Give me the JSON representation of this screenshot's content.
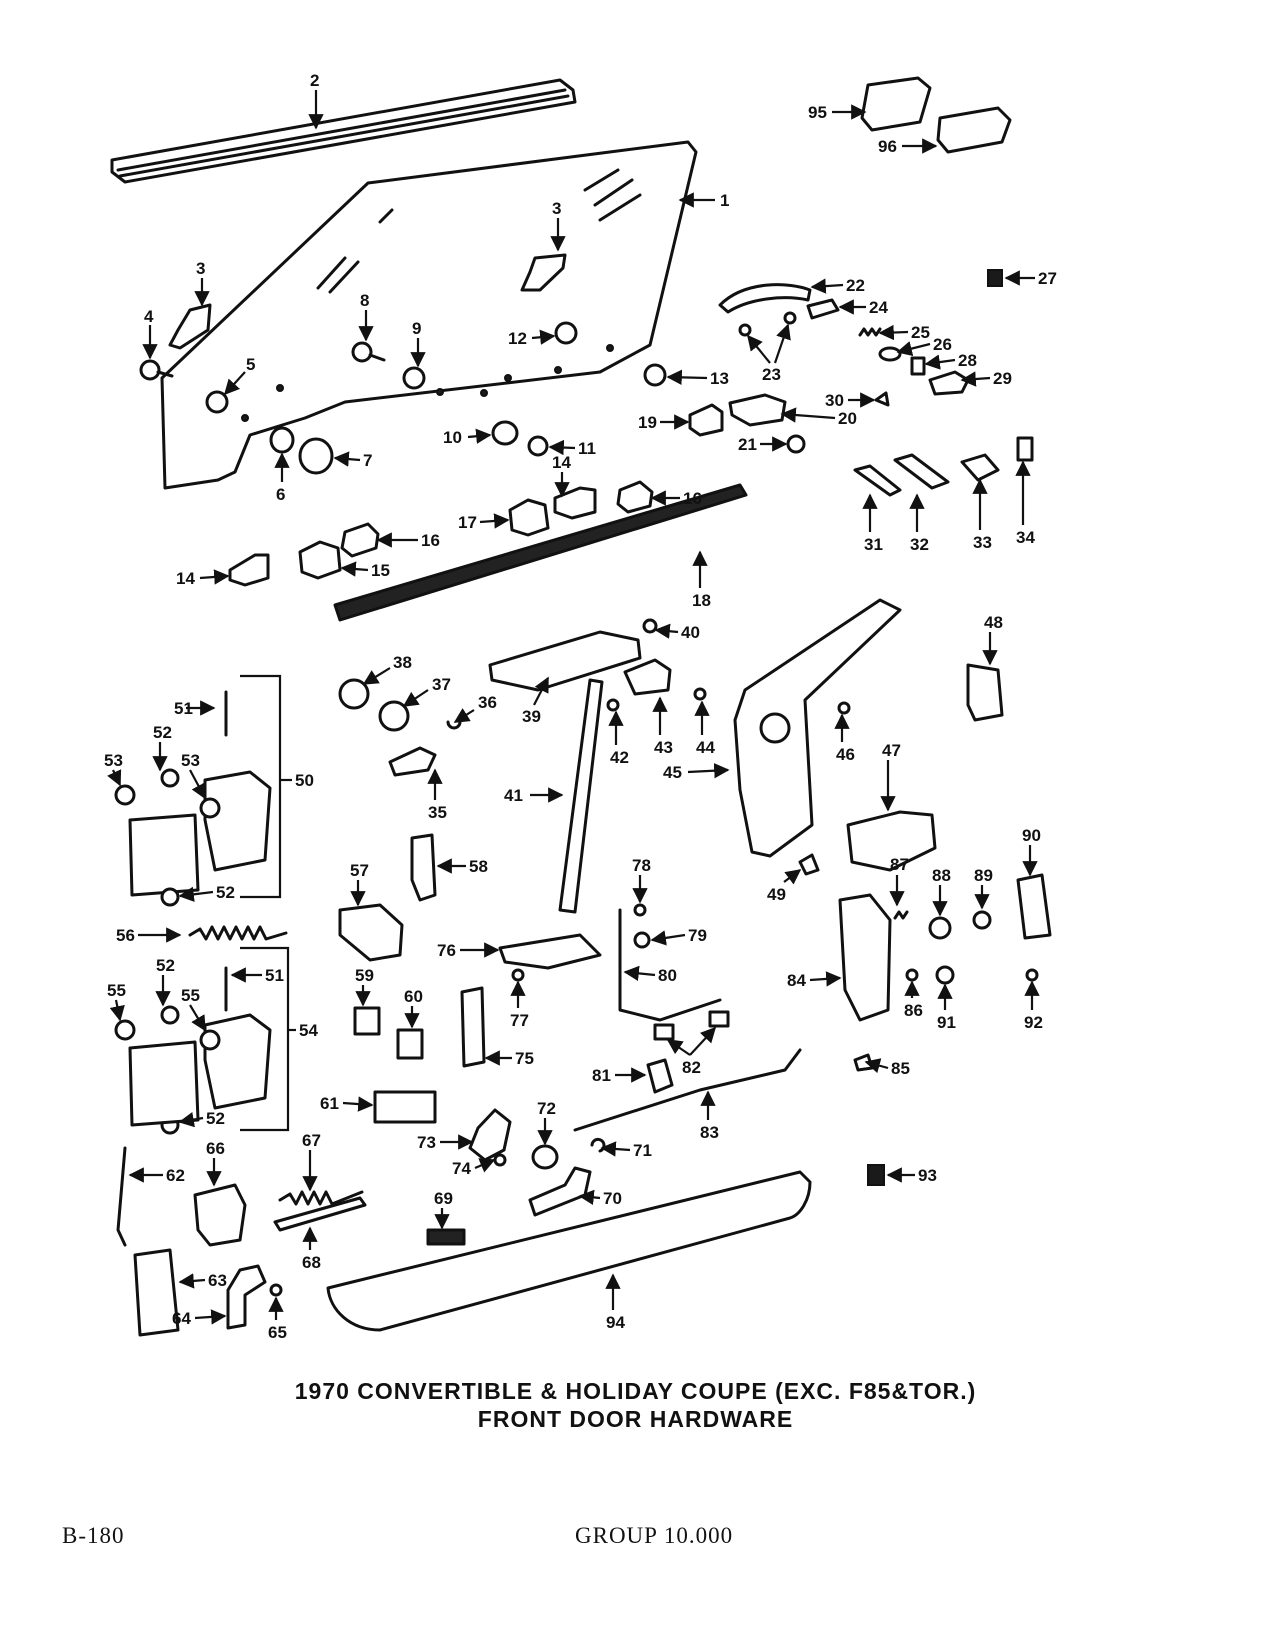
{
  "caption": {
    "line1": "1970  CONVERTIBLE & HOLIDAY COUPE (EXC. F85&TOR.)",
    "line2": "FRONT  DOOR  HARDWARE"
  },
  "footer": {
    "page_number": "B-180",
    "group": "GROUP 10.000"
  },
  "callouts": [
    "1",
    "2",
    "3",
    "3",
    "4",
    "5",
    "6",
    "7",
    "8",
    "9",
    "10",
    "11",
    "12",
    "13",
    "14",
    "14",
    "15",
    "16",
    "16",
    "17",
    "18",
    "19",
    "20",
    "21",
    "22",
    "23",
    "24",
    "25",
    "26",
    "27",
    "28",
    "29",
    "30",
    "31",
    "32",
    "33",
    "34",
    "35",
    "36",
    "37",
    "38",
    "39",
    "40",
    "41",
    "42",
    "43",
    "44",
    "45",
    "46",
    "47",
    "48",
    "49",
    "50",
    "51",
    "51",
    "52",
    "52",
    "52",
    "52",
    "53",
    "53",
    "54",
    "55",
    "55",
    "56",
    "57",
    "58",
    "59",
    "60",
    "61",
    "62",
    "63",
    "64",
    "65",
    "66",
    "67",
    "68",
    "69",
    "70",
    "71",
    "72",
    "73",
    "74",
    "75",
    "76",
    "77",
    "78",
    "79",
    "80",
    "81",
    "82",
    "83",
    "84",
    "85",
    "86",
    "87",
    "88",
    "89",
    "90",
    "91",
    "92",
    "93",
    "94",
    "95",
    "96"
  ]
}
